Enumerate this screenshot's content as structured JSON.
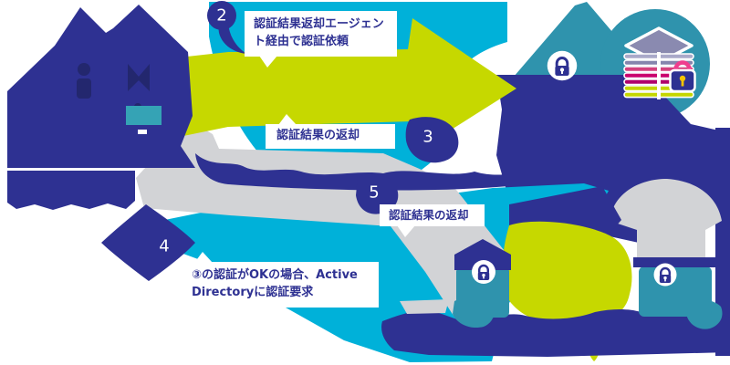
{
  "colors": {
    "navy": "#2e3192",
    "navy_dark": "#23276e",
    "cyan": "#00b1d9",
    "lime": "#c6d800",
    "teal": "#2f93ad",
    "teal_light": "#35a3b5",
    "gray": "#d2d3d6",
    "white": "#ffffff",
    "slate": "#8a8ab0",
    "badge_pink": "#ef3e8e",
    "badge_yellow": "#f5c400",
    "stripes": [
      "#a9a9c9",
      "#8585ad",
      "#d4417e",
      "#c9006e",
      "#b0006a",
      "#c4d600",
      "#c4d600"
    ]
  },
  "steps": {
    "s2": "2",
    "s3": "3",
    "s4": "4",
    "s5": "5"
  },
  "callouts": {
    "c1": {
      "line1": "認証結果返却エージェン",
      "line2": "ト経由で認証依頼"
    },
    "c2": {
      "text": "認証結果の返却"
    },
    "c3": {
      "text": "認証結果の返却"
    },
    "c4": {
      "line1": "③の認証がOKの場合、Active",
      "line2": "Directoryに認証要求"
    }
  },
  "icons": {
    "locks": [
      "lock-icon",
      "lock-icon",
      "lock-icon"
    ],
    "stack": "secured-data-stack-icon"
  }
}
